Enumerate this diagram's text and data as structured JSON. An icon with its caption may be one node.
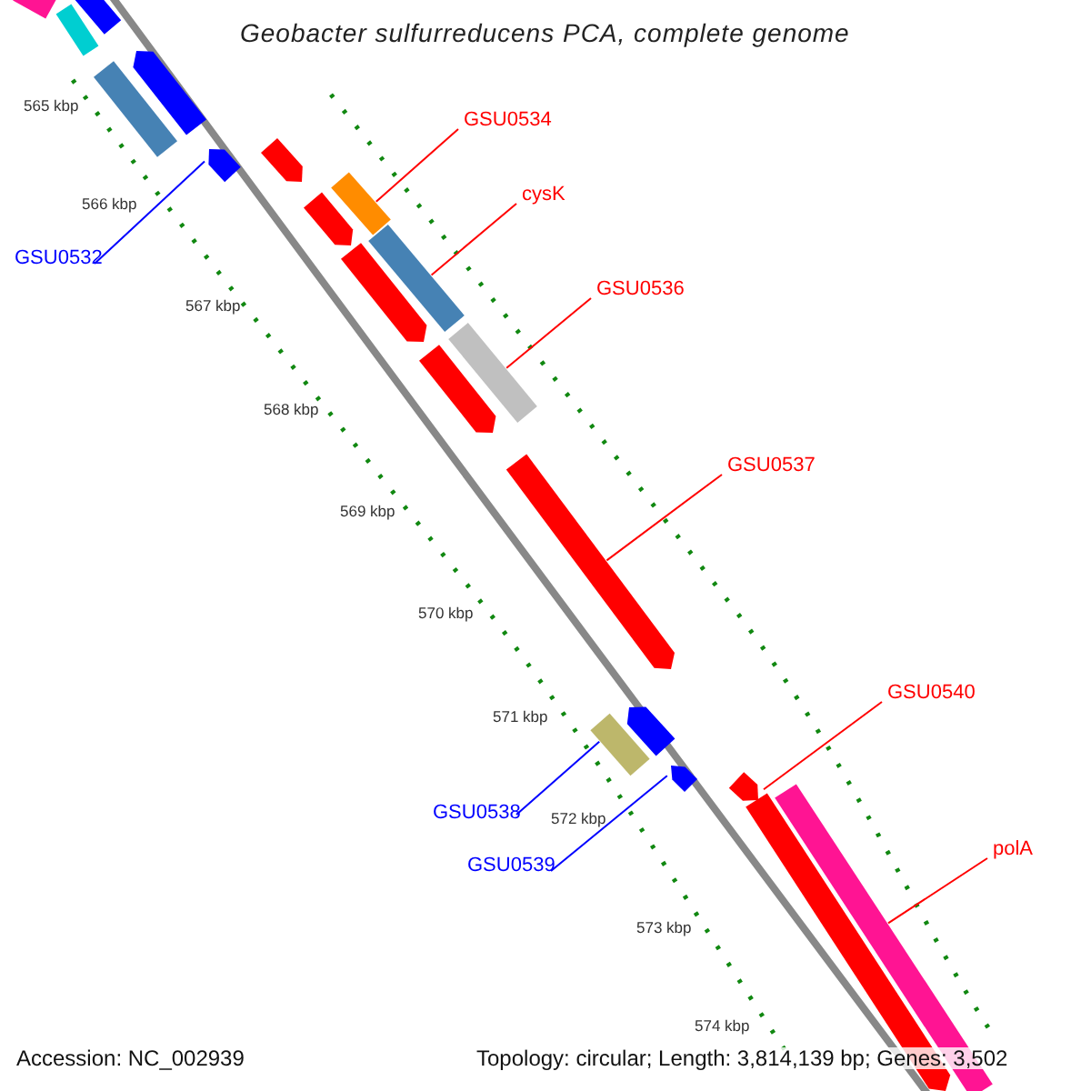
{
  "diagram": {
    "title": "Geobacter sulfurreducens PCA, complete genome",
    "nodes": [
      {
        "text": [
          "GSU0534"
        ]
      },
      {
        "text": [
          "cysK"
        ]
      },
      {
        "text": [
          "GSU0532"
        ]
      },
      {
        "text": [
          "GSU0536"
        ]
      },
      {
        "text": [
          "GSU0537"
        ]
      },
      {
        "text": [
          "GSU0540"
        ]
      },
      {
        "text": [
          "GSU0538"
        ]
      },
      {
        "text": [
          "polA"
        ]
      },
      {
        "text": [
          "GSU0539"
        ]
      },
      {
        "text": [],
        "shape": "bar"
      },
      {
        "text": [],
        "shape": "bar"
      },
      {
        "text": [],
        "shape": "bar"
      },
      {
        "text": [],
        "shape": "bar"
      },
      {
        "text": [],
        "shape": "bar"
      },
      {
        "text": [],
        "shape": "bar"
      },
      {
        "text": [],
        "shape": "bar"
      },
      {
        "text": [],
        "shape": "bar"
      },
      {
        "text": [],
        "shape": "bar"
      },
      {
        "text": [],
        "shape": "bar"
      },
      {
        "text": [],
        "shape": "bar"
      },
      {
        "text": [],
        "shape": "bar"
      },
      {
        "text": [],
        "shape": "bar"
      },
      {
        "text": [],
        "shape": "bar"
      },
      {
        "text": [],
        "shape": "bar"
      },
      {
        "text": [],
        "shape": "bar"
      },
      {
        "text": [],
        "shape": "bar"
      },
      {
        "text": [],
        "shape": "bar"
      },
      {
        "text": [],
        "shape": "bar"
      },
      {
        "text": [],
        "shape": "bar"
      }
    ],
    "edges": [
      {
        "from": 0,
        "to": 16,
        "arrow": "none"
      },
      {
        "from": 1,
        "to": 18,
        "arrow": "none"
      },
      {
        "from": 2,
        "to": 14,
        "arrow": "none",
        "color": "#0000ff"
      },
      {
        "from": 3,
        "to": 20,
        "arrow": "none"
      },
      {
        "from": 4,
        "to": 22,
        "arrow": "none"
      },
      {
        "from": 5,
        "to": 26,
        "arrow": "none"
      },
      {
        "from": 6,
        "to": 23,
        "arrow": "none",
        "color": "#0000ff"
      },
      {
        "from": 7,
        "to": 28,
        "arrow": "none"
      },
      {
        "from": 8,
        "to": 25,
        "arrow": "none",
        "color": "#0000ff"
      }
    ],
    "labels": [
      "565 kbp",
      "566 kbp",
      "567 kbp",
      "568 kbp",
      "569 kbp",
      "570 kbp",
      "571 kbp",
      "572 kbp",
      "573 kbp",
      "574 kbp",
      "Accession: NC_002939",
      "Topology: circular; Length: 3,814,139 bp; Genes: 3,502"
    ]
  }
}
